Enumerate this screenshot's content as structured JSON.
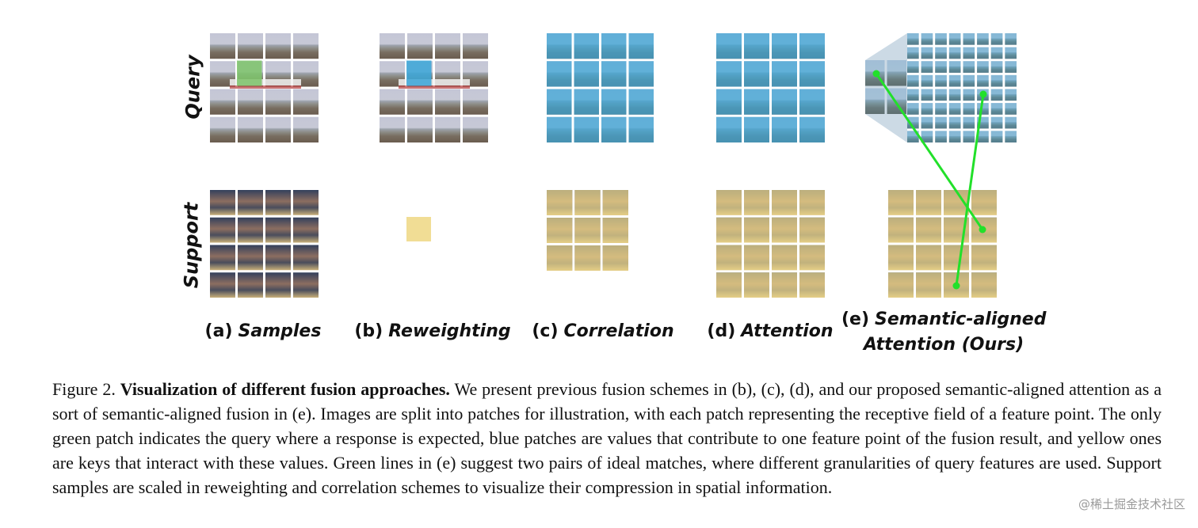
{
  "row_labels": {
    "query": "Query",
    "support": "Support"
  },
  "panels": [
    {
      "tag": "(a)",
      "name": "Samples"
    },
    {
      "tag": "(b)",
      "name": "Reweighting"
    },
    {
      "tag": "(c)",
      "name": "Correlation"
    },
    {
      "tag": "(d)",
      "name": "Attention"
    },
    {
      "tag": "(e)",
      "name_line1": "Semantic-aligned",
      "name_line2": "Attention (Ours)"
    }
  ],
  "caption": {
    "label": "Figure 2.",
    "title": "Visualization of different fusion approaches.",
    "body": "We present previous fusion schemes in (b), (c), (d), and our proposed semantic-aligned attention as a sort of semantic-aligned fusion in (e). Images are split into patches for illustration, with each patch representing the receptive field of a feature point. The only green patch indicates the query where a response is expected, blue patches are values that contribute to one feature point of the fusion result, and yellow ones are keys that interact with these values. Green lines in (e) suggest two pairs of ideal matches, where different granularities of query features are used. Support samples are scaled in reweighting and correlation schemes to visualize their compression in spatial information."
  },
  "watermark": "@稀土掘金技术社区",
  "colors": {
    "query_patch": "#7cc46a",
    "value_patch": "#3aa6d8",
    "key_patch": "#f0d98a",
    "match_line": "#22e02a"
  }
}
